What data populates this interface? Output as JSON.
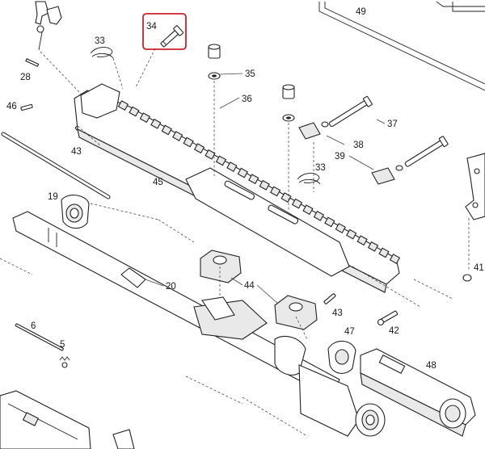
{
  "diagram": {
    "highlight_color": "#cc2229",
    "highlighted_callout": "34",
    "callouts": {
      "c49": "49",
      "c34": "34",
      "c33a": "33",
      "c28": "28",
      "c35": "35",
      "c36": "36",
      "c46": "46",
      "c37": "37",
      "c43a": "43",
      "c38": "38",
      "c39": "39",
      "c33b": "33",
      "c45": "45",
      "c19": "19",
      "c41": "41",
      "c20": "20",
      "c44": "44",
      "c43b": "43",
      "c6": "6",
      "c47": "47",
      "c42": "42",
      "c5": "5",
      "c48": "48"
    }
  }
}
